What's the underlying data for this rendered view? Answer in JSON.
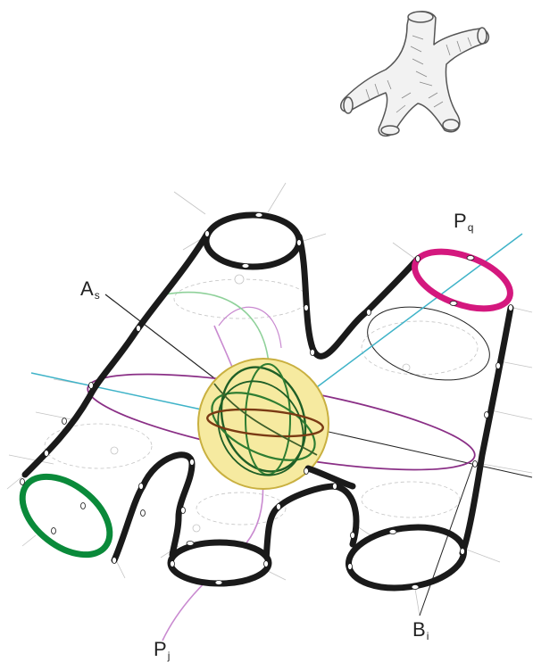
{
  "labels": {
    "as": {
      "main": "A",
      "sub": "s"
    },
    "pq": {
      "main": "P",
      "sub": "q"
    },
    "pj": {
      "main": "P",
      "sub": "j"
    },
    "bi": {
      "main": "B",
      "sub": "i"
    }
  },
  "colors": {
    "tube": "#1a1a1a",
    "ring_pq": "#d4187e",
    "ring_green": "#0a8a3a",
    "axis_cyan": "#3fb3c8",
    "ellipse_purple": "#8a2f86",
    "curve_pink": "#c98ad0",
    "curve_lightgreen": "#8fd19a",
    "sphere_fill": "#f6eaa0",
    "sphere_rim": "#c9b040",
    "sphere_dark_green": "#1e5e26",
    "sphere_brown": "#7a3a14",
    "sketch": "#555555",
    "guide": "#bbbbbb"
  },
  "icons": [
    "branching-tube-sketch-icon"
  ]
}
